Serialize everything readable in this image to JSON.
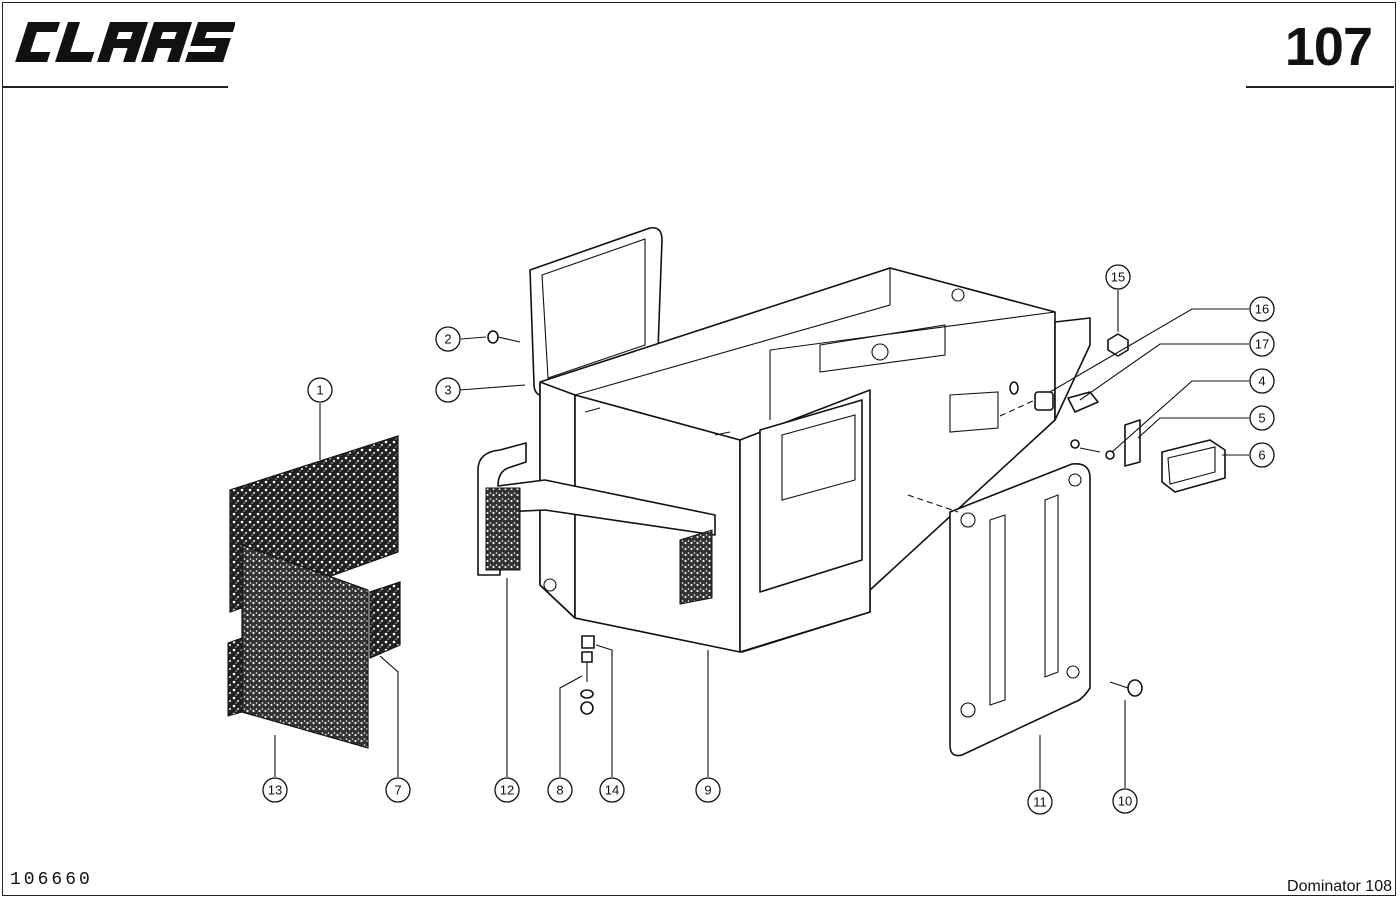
{
  "header": {
    "brand": "CLAAS",
    "page_number": "107"
  },
  "footer": {
    "drawing_number": "106660",
    "model": "Dominator 108"
  },
  "callouts": [
    {
      "id": "c1",
      "label": "1"
    },
    {
      "id": "c2",
      "label": "2"
    },
    {
      "id": "c3",
      "label": "3"
    },
    {
      "id": "c4",
      "label": "4"
    },
    {
      "id": "c5",
      "label": "5"
    },
    {
      "id": "c6",
      "label": "6"
    },
    {
      "id": "c7",
      "label": "7"
    },
    {
      "id": "c8",
      "label": "8"
    },
    {
      "id": "c9",
      "label": "9"
    },
    {
      "id": "c10",
      "label": "10"
    },
    {
      "id": "c11",
      "label": "11"
    },
    {
      "id": "c12",
      "label": "12"
    },
    {
      "id": "c13",
      "label": "13"
    },
    {
      "id": "c14",
      "label": "14"
    },
    {
      "id": "c15",
      "label": "15"
    },
    {
      "id": "c16",
      "label": "16"
    },
    {
      "id": "c17",
      "label": "17"
    }
  ]
}
